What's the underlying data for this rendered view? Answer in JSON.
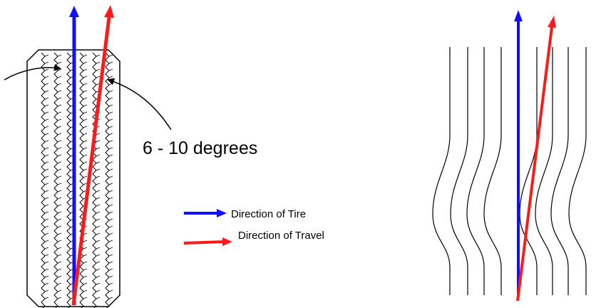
{
  "annotation": {
    "angle_label": "6 - 10 degrees"
  },
  "legend": {
    "items": [
      {
        "label": "Direction of Tire",
        "color": "#1010ff"
      },
      {
        "label": "Direction of Travel",
        "color": "#ff1a1a"
      }
    ]
  },
  "colors": {
    "tire_direction": "#1010ff",
    "travel_direction": "#ff1a1a",
    "outline": "#000000",
    "background": "#ffffff"
  }
}
